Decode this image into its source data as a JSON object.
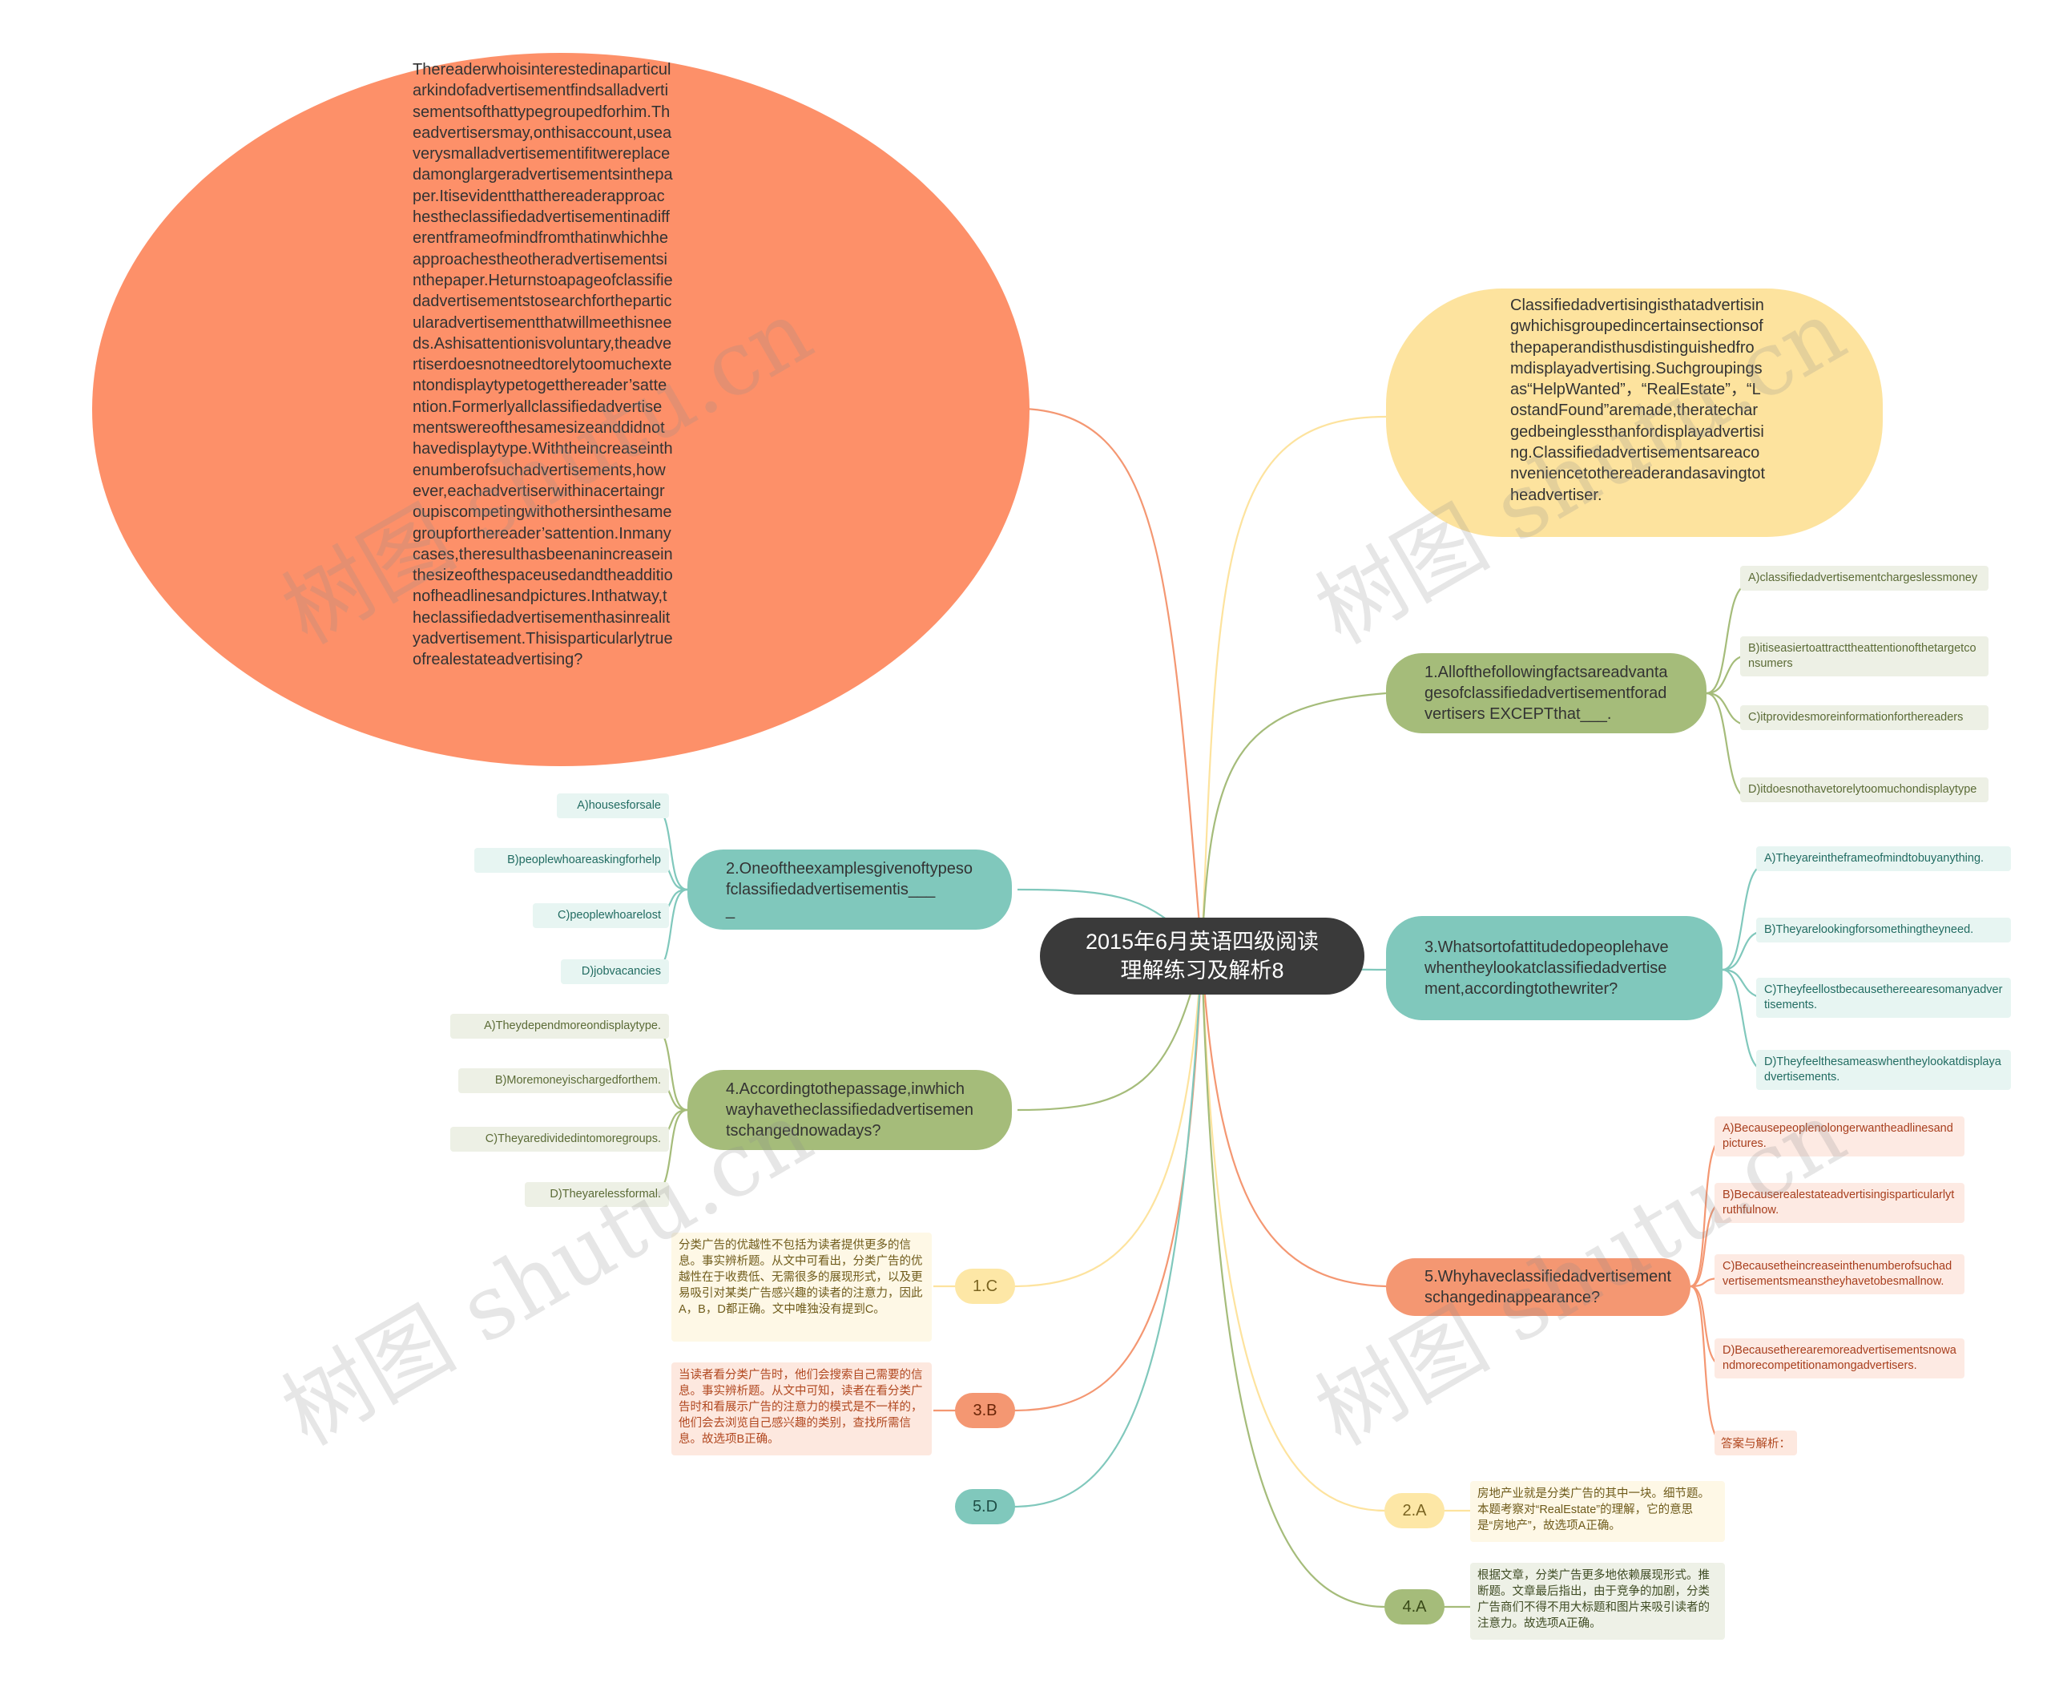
{
  "root": {
    "title": "2015年6月英语四级阅读\n理解练习及解析8"
  },
  "passage_left": "Thereaderwhoisinterestedinaparticularkindofadvertisementfindsalladvertisementsofthattypegroupedforhim.Theadvertisersmay,onthisaccount,useaverysmalladvertisementifitwereplacedamonglargeradvertisementsinthepaper.Itisevidentthatthereaderapproachestheclassifiedadvertisementinadifferentframeofmindfromthatinwhichheapproachestheotheradvertisementsinthepaper.Heturnstoapageofclassifiedadvertisementstosearchfortheparticularadvertisementthatwillmeethisneeds.Ashisattentionisvoluntary,theadvertiserdoesnotneedtorelytoomuchextentondisplaytypetogetthereader’sattention.Formerlyallclassifiedadvertisementswereofthesamesizeanddidnothavedisplaytype.Withtheincreaseinthenumberofsuchadvertisements,however,eachadvertiserwithinacertaingroupiscompetingwithothersinthesamegroupforthereader’sattention.Inmanycases,theresulthasbeenanincreaseinthesizeofthespaceusedandtheadditionofheadlinesandpictures.Inthatway,theclassifiedadvertisementhasinrealityadvertisement.Thisisparticularlytrueofrealestateadvertising?",
  "passage_right": "Classifiedadvertisingisthatadvertisingwhichisgroupedincertainsectionsofthepaperandisthusdistinguishedfromdisplayadvertising.Suchgroupingsas“HelpWanted”，“RealEstate”，“LostandFound”aremade,theratechargedbeinglessthanfordisplayadvertising.Classifiedadvertisementsareaconveniencetothereaderandasavingtotheadvertiser.",
  "questions": {
    "q1": {
      "text": "1.Allofthefollowingfactsareadvantagesofclassifiedadvertisementforadvertisers EXCEPTthat___.",
      "options": [
        "A)classifiedadvertisementchargeslessmoney",
        "B)itiseasiertoattracttheattentionofthetargetconsumers",
        "C)itprovidesmoreinformationforthereaders",
        "D)itdoesnothavetorelytoomuchondisplaytype"
      ]
    },
    "q2": {
      "text": "2.Oneoftheexamplesgivenoftypesofclassifiedadvertisementis___\n_",
      "options": [
        "A)housesforsale",
        "B)peoplewhoareaskingforhelp",
        "C)peoplewhoarelost",
        "D)jobvacancies"
      ]
    },
    "q3": {
      "text": "3.Whatsortofattitudedopeoplehavewhentheylookatclassifiedadvertisement,accordingtothewriter?",
      "options": [
        "A)Theyareintheframeofmindtobuyanything.",
        "B)Theyarelookingforsomethingtheyneed.",
        "C)Theyfeellostbecausethereearesomanyadvertisements.",
        "D)Theyfeelthesameaswhentheylookatdisplayadvertisements."
      ]
    },
    "q4": {
      "text": "4.Accordingtothepassage,inwhichwayhavetheclassifiedadvertisementschangednowadays?",
      "options": [
        "A)Theydependmoreondisplaytype.",
        "B)Moremoneyischargedforthem.",
        "C)Theyaredividedintomoregroups.",
        "D)Theyarelessformal."
      ]
    },
    "q5": {
      "text": "5.Whyhaveclassifiedadvertisementschangedinappearance?",
      "options": [
        "A)Becausepeoplenolongerwantheadlinesandpictures.",
        "B)Becauserealestateadvertisingisparticularlytruthfulnow.",
        "C)Becausetheincreaseinthenumberofsuchadvertisementsmeanstheyhavetobesmallnow.",
        "D)Becausetherearemoreadvertisementsnowandmorecompetitionamongadvertisers."
      ],
      "answer_label": "答案与解析："
    }
  },
  "answers": {
    "a1": {
      "label": "1.C",
      "explanation": "分类广告的优越性不包括为读者提供更多的信息。事实辨析题。从文中可看出，分类广告的优越性在于收费低、无需很多的展现形式，以及更易吸引对某类广告感兴趣的读者的注意力，因此A，B，D都正确。文中唯独没有提到C。"
    },
    "a3": {
      "label": "3.B",
      "explanation": "当读者看分类广告时，他们会搜索自己需要的信息。事实辨析题。从文中可知，读者在看分类广告时和看展示广告的注意力的模式是不一样的，他们会去浏览自己感兴趣的类别，查找所需信息。故选项B正确。"
    },
    "a5": {
      "label": "5.D"
    },
    "a2": {
      "label": "2.A",
      "explanation": "房地产业就是分类广告的其中一块。细节题。本题考察对“RealEstate”的理解，它的意思是“房地产”，故选项A正确。"
    },
    "a4": {
      "label": "4.A",
      "explanation": "根据文章，分类广告更多地依赖展现形式。推断题。文章最后指出，由于竞争的加剧，分类广告商们不得不用大标题和图片来吸引读者的注意力。故选项A正确。"
    }
  },
  "watermark": "树图 shutu.cn",
  "colors": {
    "root": "#3a3a3a",
    "salmon": "#fd9069",
    "yellow": "#fde39e",
    "green": "#a5bc7a",
    "teal": "#80c8bc",
    "orange": "#f49772"
  }
}
